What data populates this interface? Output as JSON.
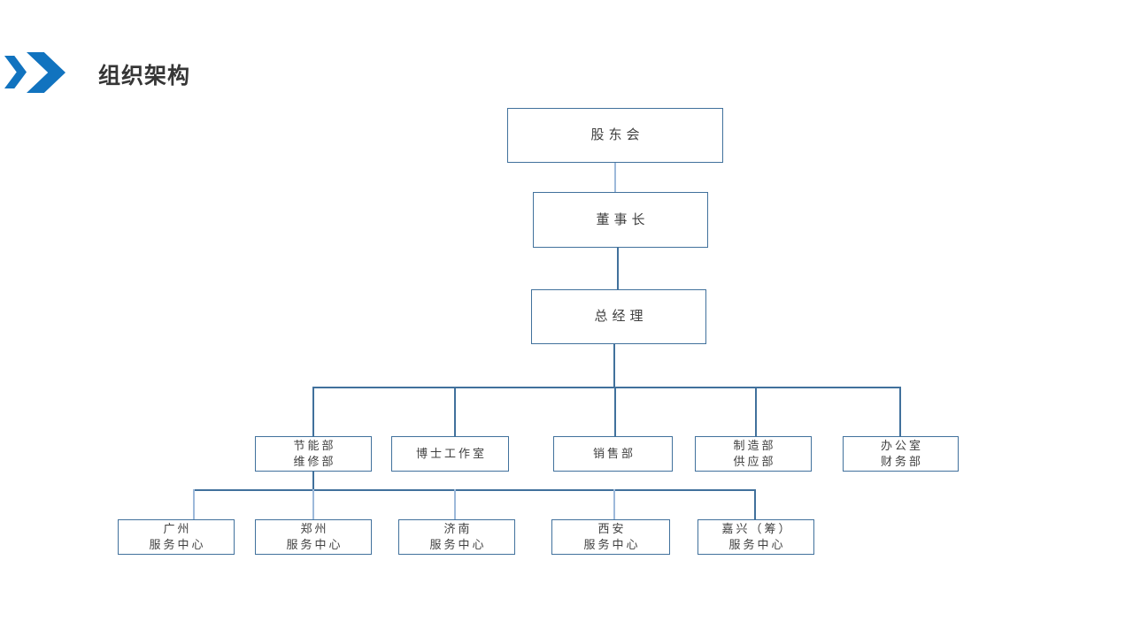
{
  "slide": {
    "title": "组织架构"
  },
  "colors": {
    "accent_blue": "#1173BF",
    "box_border": "#41719C",
    "connector_dark": "#41719C",
    "connector_light": "#9DB9DA",
    "title_text": "#363636",
    "box_text": "#404040",
    "background": "#FFFFFF"
  },
  "icons": {
    "header_marker": "double-chevron-right-icon"
  },
  "org": {
    "nodes": {
      "shareholders": {
        "lines": [
          "股东会"
        ]
      },
      "chairman": {
        "lines": [
          "董事长"
        ]
      },
      "general_manager": {
        "lines": [
          "总经理"
        ]
      },
      "dept_energy_maintenance": {
        "lines": [
          "节能部",
          "维修部"
        ]
      },
      "dept_doctor_studio": {
        "lines": [
          "博士工作室"
        ]
      },
      "dept_sales": {
        "lines": [
          "销售部"
        ]
      },
      "dept_manufacture_supply": {
        "lines": [
          "制造部",
          "供应部"
        ]
      },
      "dept_office_finance": {
        "lines": [
          "办公室",
          "财务部"
        ]
      },
      "sc_guangzhou": {
        "lines": [
          "广州",
          "服务中心"
        ]
      },
      "sc_zhengzhou": {
        "lines": [
          "郑州",
          "服务中心"
        ]
      },
      "sc_jinan": {
        "lines": [
          "济南",
          "服务中心"
        ]
      },
      "sc_xian": {
        "lines": [
          "西安",
          "服务中心"
        ]
      },
      "sc_jiaxing": {
        "lines": [
          "嘉兴（筹）",
          "服务中心"
        ]
      }
    },
    "hierarchy": [
      {
        "parent": "股东会",
        "children": [
          "董事长"
        ]
      },
      {
        "parent": "董事长",
        "children": [
          "总经理"
        ]
      },
      {
        "parent": "总经理",
        "children": [
          "节能部/维修部",
          "博士工作室",
          "销售部",
          "制造部/供应部",
          "办公室/财务部"
        ]
      },
      {
        "parent": "节能部/维修部",
        "children": [
          "广州服务中心",
          "郑州服务中心",
          "济南服务中心",
          "西安服务中心",
          "嘉兴（筹）服务中心"
        ]
      }
    ]
  }
}
